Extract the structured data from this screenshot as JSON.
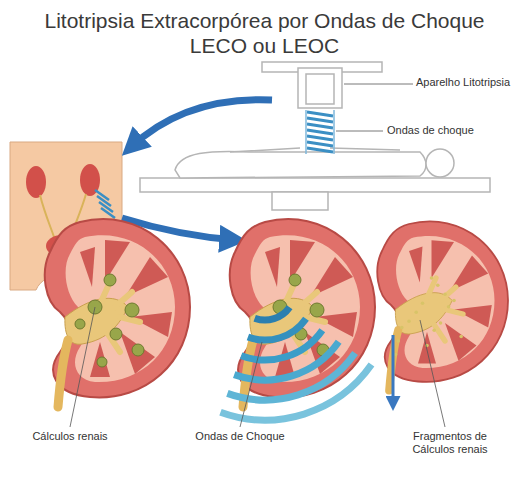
{
  "diagram": {
    "title": "Litotripsia Extracorpórea por Ondas de Choque",
    "labels": [
      "LECO ou LEOC",
      "Aparelho Litotripsia",
      "Ondas de choque",
      "Cálculos renais",
      "Ondas de Choque",
      "Fragmentos de Cálculos renais"
    ]
  }
}
